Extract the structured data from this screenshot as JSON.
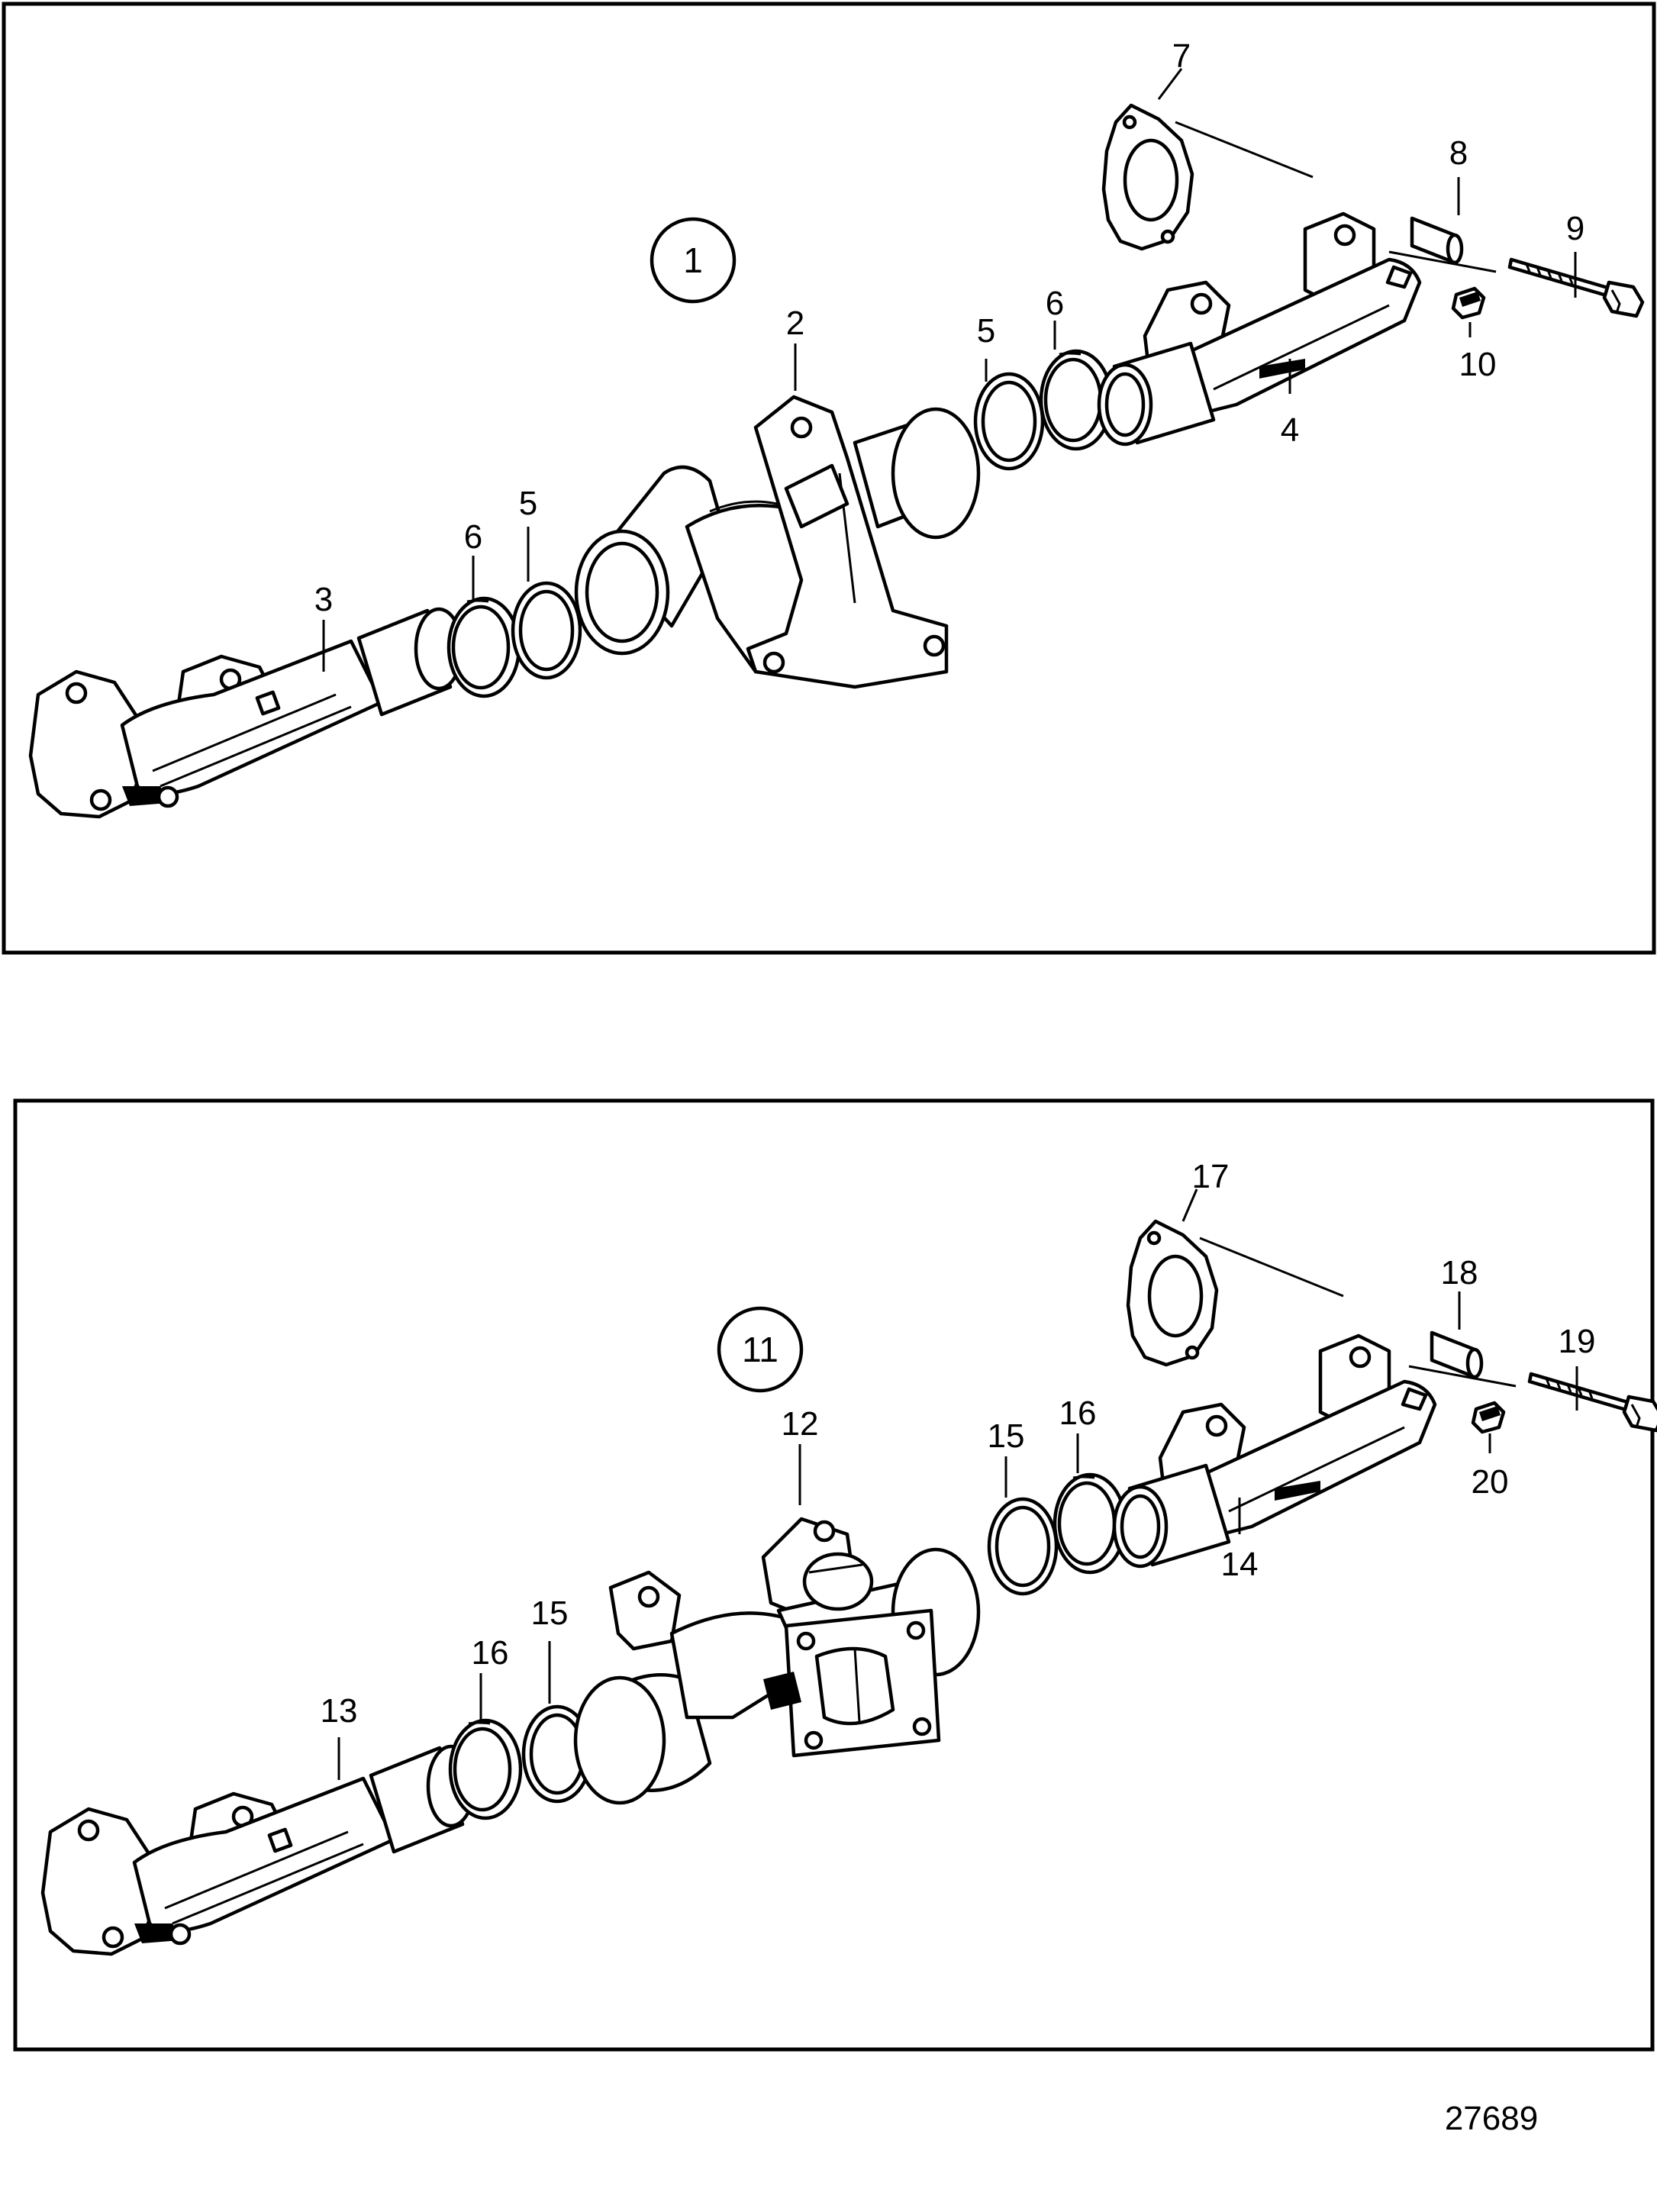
{
  "figure_number": "27689",
  "panels": [
    {
      "variant_label": "1",
      "callouts": [
        "2",
        "3",
        "4",
        "5",
        "5",
        "6",
        "6",
        "7",
        "8",
        "9",
        "10"
      ]
    },
    {
      "variant_label": "11",
      "callouts": [
        "12",
        "13",
        "14",
        "15",
        "15",
        "16",
        "16",
        "17",
        "18",
        "19",
        "20"
      ]
    }
  ]
}
